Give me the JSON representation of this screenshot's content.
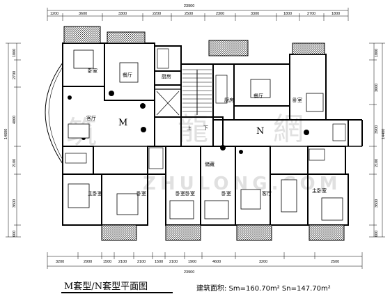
{
  "dimensions": {
    "top_total": "23900",
    "top_segments": [
      "1200",
      "3600",
      "3300",
      "2200",
      "2500",
      "2300",
      "3300",
      "1800",
      "2700",
      "1800"
    ],
    "bottom_total": "23900",
    "bottom_segments": [
      "3200",
      "2900",
      "1500",
      "2100",
      "2100",
      "1500",
      "2100",
      "1900",
      "4600",
      "3200",
      "2500"
    ],
    "left_total": "14600",
    "left_segments": [
      "1800",
      "2700",
      "4800",
      "2100",
      "3600",
      "600"
    ],
    "right_total": "14400",
    "right_segments": [
      "1800",
      "3600",
      "3900",
      "2100",
      "3600",
      "600"
    ]
  },
  "rooms": {
    "m_bedroom": "卧室",
    "m_dining": "餐厅",
    "m_kitchen": "厨房",
    "m_living": "客厅",
    "m_master": "主卧室",
    "m_bedroom2": "卧室",
    "m_bedroom3": "卧室",
    "n_kitchen": "厨房",
    "n_dining": "餐厅",
    "n_bedroom": "卧室",
    "n_storage": "储藏",
    "n_bedroom2": "卧室",
    "n_bedroom3": "卧室",
    "n_living": "客厅",
    "n_master": "主卧室"
  },
  "unit_labels": {
    "m": "M",
    "n": "N",
    "stair_up": "上",
    "stair_down": "下"
  },
  "watermark": [
    "筑",
    "龍",
    "網"
  ],
  "watermark_url": "ZHULONG.COM",
  "caption": "M套型/N套型平面图",
  "area": "建筑面积:  Sm=160.70m² Sn=147.70m²"
}
